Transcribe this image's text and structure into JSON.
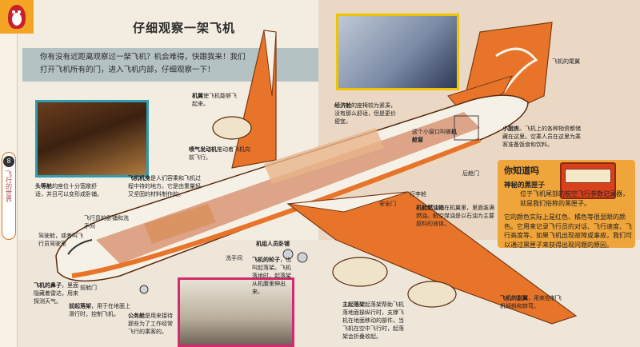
{
  "header": {
    "title": "仔细观察一架飞机",
    "intro_line1": "你有没有近距离观察过一架飞机？机会难得，快跟我来！我们",
    "intro_line2": "打开飞机所有的门，进入飞机内部，仔细观察一下！"
  },
  "sidebar": {
    "tab_number": "8",
    "tab_text": "飞行的世界"
  },
  "labels": {
    "tail": "飞机的尾翼",
    "seat_screen_bold": "经济舱",
    "seat_screen_text": "的座椅较为紧凑，没有那么舒适，但是更价便宜。",
    "wing_bold": "机翼",
    "wing_text": "使飞机能够飞起来。",
    "engine_bold": "喷气发动机",
    "engine_text": "推动着飞机向前飞行。",
    "window_text": "这个小窗口叫做",
    "window_bold": "机舱窗",
    "toilet_bold": "小厨房",
    "toilet_text": "。飞机上的各种物资都储藏在这里。空乘人员在这里为乘客准备饭食和饮料。",
    "rear_door": "后舱门",
    "first_class_bold": "头等舱",
    "first_class_text": "的座位十分宽敞舒适，并且可以变形成卧铺。",
    "fuselage_bold": "飞机机身",
    "fuselage_text": "是人们容乘和飞机过程中待的地方。它是由重量轻又坚固的材料制作的。",
    "exit": "行李舱",
    "fuel_bold": "机舱燃油箱",
    "fuel_text": "在机翼里，里面装满燃油。航空煤油是以石油为主要原料的液体。",
    "safety_door": "安全门",
    "cockpit_bold": "飞行员的卧铺和洗手间",
    "pilot_seats": "驾驶舱，或者叫飞行员驾驶室",
    "nose_bold": "飞机的鼻子",
    "nose_text": "，里面隐藏着雷达，用来探测天气。",
    "front_door": "前舱门",
    "front_gear_bold": "前起落架",
    "front_gear_text": "，用于在地面上滑行时，控制飞机。",
    "galley_bold": "公务舱",
    "galley_text": "是用来接待那些为了工作经常飞行的乘客的。",
    "toilet": "洗手间",
    "crew_bold": "机组人员卧铺",
    "wheels_bold": "飞机的轮子",
    "wheels_text": "，也叫起落架。飞机落地时，起落架从机腹里伸出来。",
    "main_gear_bold": "主起落架",
    "main_gear_text": "起落架帮助飞机落地面操纵行时，支撑飞机在地面移动的部件。当飞机在空中飞行时，起落架会折叠收起。",
    "flap_bold": "飞机的副翼",
    "flap_text": "，用来控制飞机倾斜和转弯。"
  },
  "did_you_know": {
    "heading": "你知道吗",
    "sub": "神秘的黑匣子",
    "body1": "位于飞机尾部的航空飞行参数记录器，就是我们俗称的黑匣子。",
    "body2": "它的颜色实际上是红色、橘色等很显眼的颜色。它用来记录飞行员的对话、飞行速度、飞行高度等，如果飞机出现故障或事故，我们可以通过黑匣子来获得出现问题的原因。"
  },
  "colors": {
    "accent_orange": "#f0a53a",
    "wing_orange": "#e8742a",
    "intro_panel": "#b5c2c4",
    "frame_cyan": "#2f9cb0",
    "frame_yellow": "#f0c400",
    "frame_pink": "#d12a6f"
  }
}
